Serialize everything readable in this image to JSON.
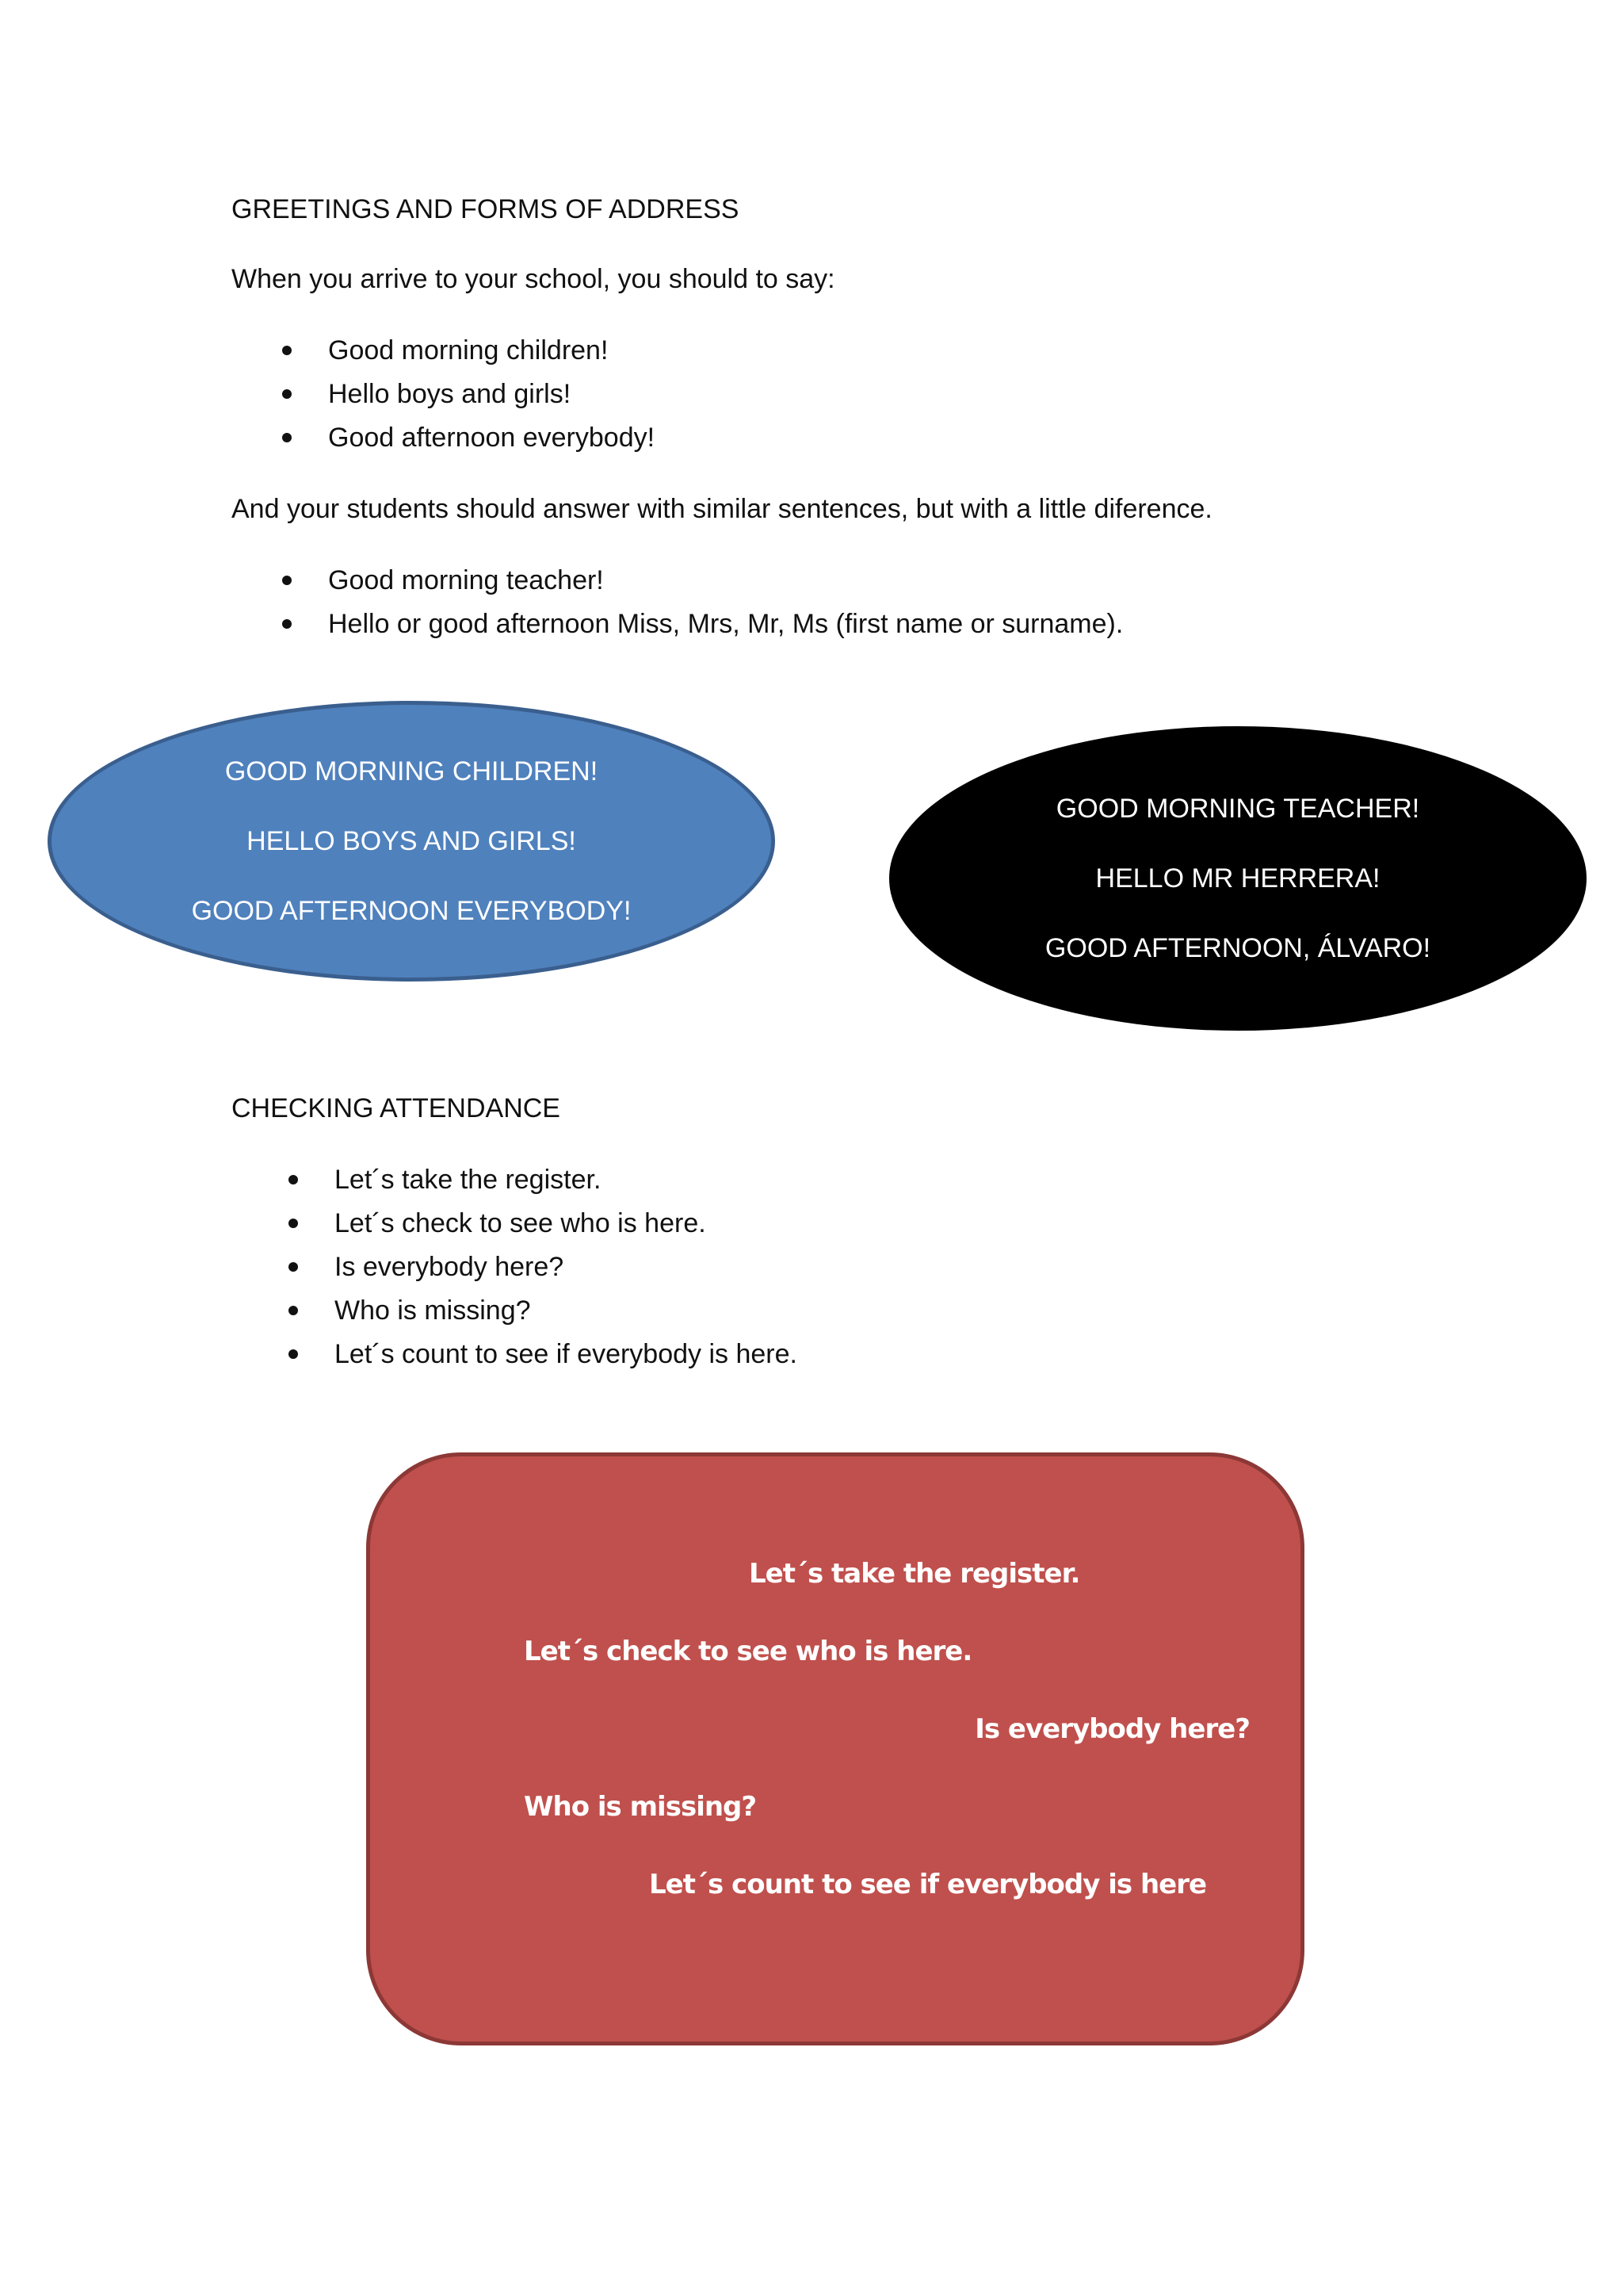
{
  "section1": {
    "heading": "GREETINGS AND FORMS OF ADDRESS",
    "intro": "When you arrive to your school, you should to say:",
    "teacher_phrases": [
      "Good morning children!",
      "Hello boys and girls!",
      "Good afternoon everybody!"
    ],
    "students_intro": "And your students should answer with similar sentences, but with a little diference.",
    "student_phrases": [
      "Good morning teacher!",
      "Hello or good afternoon Miss, Mrs, Mr, Ms (first name or surname)."
    ]
  },
  "blue_bubble": {
    "lines": [
      "GOOD MORNING CHILDREN!",
      "HELLO BOYS AND GIRLS!",
      "GOOD AFTERNOON EVERYBODY!"
    ],
    "color": "#4f81bd"
  },
  "black_bubble": {
    "lines": [
      "GOOD MORNING TEACHER!",
      "HELLO MR HERRERA!",
      "GOOD AFTERNOON, ÁLVARO!"
    ],
    "color": "#000000"
  },
  "section2": {
    "heading": "CHECKING ATTENDANCE",
    "phrases": [
      "Let´s take the register.",
      "Let´s check to see who is here.",
      "Is everybody here?",
      "Who is missing?",
      "Let´s count to see if everybody is here."
    ]
  },
  "red_box": {
    "lines": [
      "Let´s take the register.",
      "Let´s check to see who is here.",
      "Is everybody here?",
      "Who is missing?",
      "Let´s count to see if everybody is here"
    ],
    "color": "#c0504d"
  }
}
